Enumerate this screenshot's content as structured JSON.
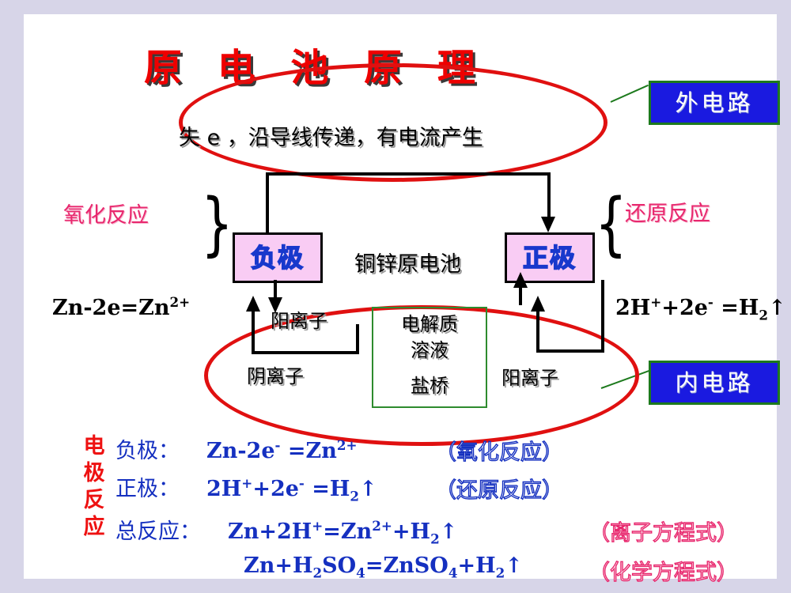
{
  "page": {
    "title": "原 电 池 原 理",
    "background": "#ffffff",
    "frame_color": "#d7d5e8"
  },
  "colors": {
    "title_red": "#ee0000",
    "ellipse_red": "#e01010",
    "box_blue_fill": "#1a1ae0",
    "box_green_border": "#1d7a1d",
    "electrode_pink_fill": "#f9ccf4",
    "electrode_text_blue": "#1838cc",
    "pink_label": "#e8286e",
    "equation_blue": "#1530c0",
    "vertical_label_red": "#ee1111"
  },
  "diagram": {
    "top_sentence": "失 e ，沿导线传递，有电流产生",
    "external_circuit_box": "外电路",
    "internal_circuit_box": "内电路",
    "oxidation_label": "氧化反应",
    "reduction_label": "还原反应",
    "brace_left": "}",
    "brace_right": "{",
    "electrode_negative": "负极",
    "electrode_positive": "正极",
    "cell_name": "铜锌原电池",
    "equation_left": "Zn-2e=Zn",
    "equation_left_sup": "2+",
    "equation_right_prefix": "2H",
    "equation_right_sup1": "+",
    "equation_right_mid": "+2e",
    "equation_right_sup2": "-",
    "equation_right_tail": " =H",
    "equation_right_sub": "2",
    "equation_right_arrow": "↑",
    "cation_left": "阳离子",
    "anion_left": "阴离子",
    "cation_right": "阳离子",
    "electrolyte_line1": "电解质",
    "electrolyte_line2": "溶液",
    "salt_bridge": "盐桥"
  },
  "bottom": {
    "vertical_label": "电极反应",
    "rows": [
      {
        "label": "负极：",
        "equation_plain": "Zn-2e",
        "sup1": "-",
        "tail": " =Zn",
        "sup2": "2+",
        "note": "（氧化反应）"
      },
      {
        "label": "正极：",
        "equation_plain": "2H",
        "sup1": "+",
        "mid": "+2e",
        "sup2": "-",
        "tail": " =H",
        "sub": "2",
        "arrow": "↑",
        "note": "（还原反应）"
      },
      {
        "label": "总反应：",
        "equation_plain": "Zn+2H",
        "sup1": "+",
        "mid": "=Zn",
        "sup2": "2+",
        "tail": "+H",
        "sub": "2",
        "arrow": "↑",
        "note": "（离子方程式）"
      },
      {
        "label": "",
        "equation_plain": "Zn+H",
        "sub1": "2",
        "mid": "SO",
        "sub2": "4",
        "mid2": "=ZnSO",
        "sub3": "4",
        "tail": "+H",
        "sub4": "2",
        "arrow": "↑",
        "note": "（化学方程式）"
      }
    ]
  }
}
